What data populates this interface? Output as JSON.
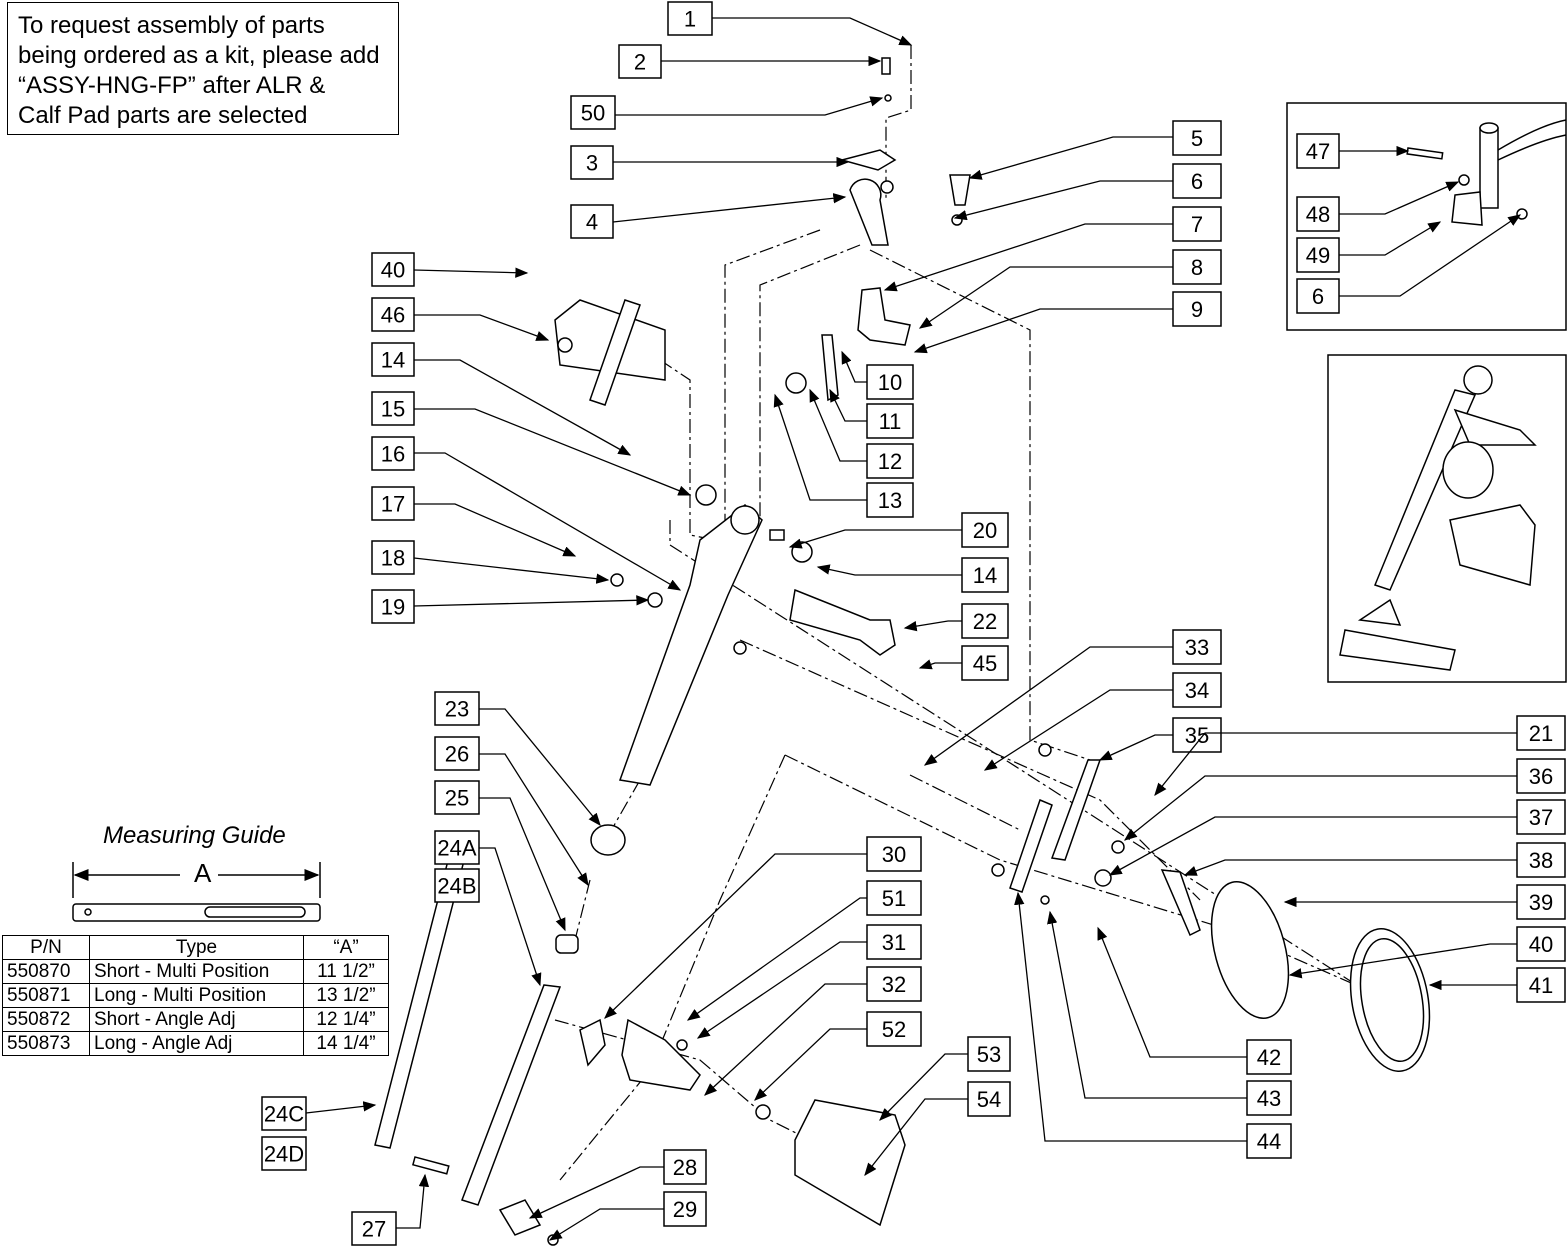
{
  "note": {
    "text": "To request assembly of parts\nbeing ordered as a kit, please add\n“ASSY-HNG-FP” after ALR &\nCalf Pad parts are selected"
  },
  "guide": {
    "title": "Measuring Guide",
    "dimension_label": "A",
    "headers": [
      "P/N",
      "Type",
      "“A”"
    ],
    "rows": [
      {
        "pn": "550870",
        "type": "Short - Multi Position",
        "a": "11 1/2”"
      },
      {
        "pn": "550871",
        "type": "Long - Multi Position",
        "a": "13 1/2”"
      },
      {
        "pn": "550872",
        "type": "Short - Angle Adj",
        "a": "12 1/4”"
      },
      {
        "pn": "550873",
        "type": "Long - Angle Adj",
        "a": "14 1/4”"
      }
    ]
  },
  "callouts": [
    "1",
    "2",
    "50",
    "3",
    "4",
    "5",
    "6",
    "7",
    "8",
    "9",
    "10",
    "11",
    "12",
    "13",
    "40",
    "46",
    "14",
    "15",
    "16",
    "17",
    "18",
    "19",
    "20",
    "14",
    "22",
    "45",
    "33",
    "34",
    "35",
    "21",
    "36",
    "37",
    "38",
    "39",
    "40",
    "41",
    "42",
    "43",
    "44",
    "23",
    "26",
    "25",
    "24A",
    "24B",
    "24C",
    "24D",
    "30",
    "51",
    "31",
    "32",
    "52",
    "53",
    "54",
    "28",
    "29",
    "27",
    "47",
    "48",
    "49",
    "6"
  ]
}
